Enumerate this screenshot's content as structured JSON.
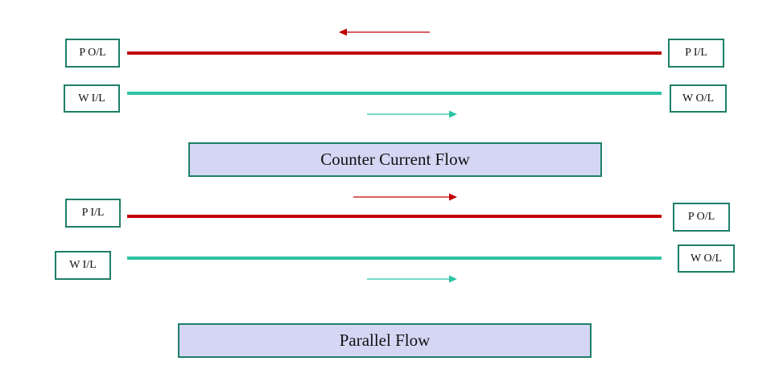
{
  "colors": {
    "product_line": "#c00000",
    "water_line": "#2bc4a3",
    "box_border": "#1e7f68",
    "title_fill": "#d5d6f4"
  },
  "counter_current": {
    "title": "Counter Current Flow",
    "product_left": "P O/L",
    "product_right": "P I/L",
    "water_left": "W I/L",
    "water_right": "W O/L",
    "product_arrow": "left",
    "water_arrow": "right"
  },
  "parallel": {
    "title": "Parallel Flow",
    "product_left": "P I/L",
    "product_right": "P O/L",
    "water_left": "W I/L",
    "water_right": "W O/L",
    "product_arrow": "right",
    "water_arrow": "right"
  }
}
